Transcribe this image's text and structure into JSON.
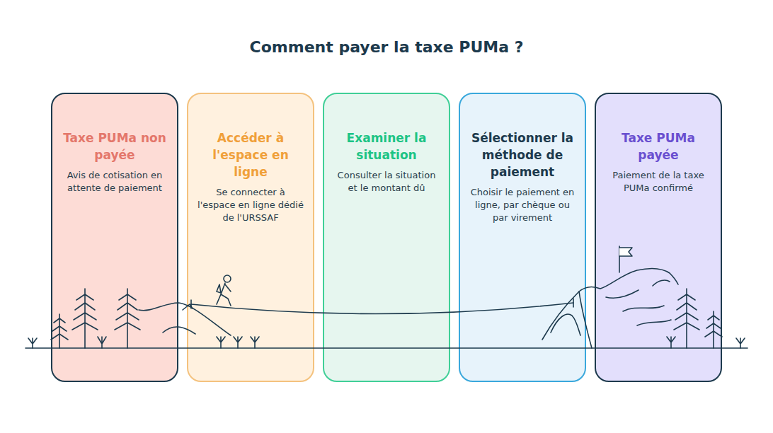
{
  "diagram": {
    "title": "Comment payer la taxe PUMa ?",
    "nodes": [
      {
        "text": [
          "Taxe PUMa non payée",
          "Avis de cotisation en attente de paiement"
        ]
      },
      {
        "text": [
          "Accéder à l'espace en ligne",
          "Se connecter à l'espace en ligne dédié de l'URSSAF"
        ]
      },
      {
        "text": [
          "Examiner la situation",
          "Consulter la situation et le montant dû"
        ]
      },
      {
        "text": [
          "Sélectionner la méthode de paiement",
          "Choisir le paiement en ligne, par chèque ou par virement"
        ]
      },
      {
        "text": [
          "Taxe PUMa payée",
          "Paiement de la taxe PUMa confirmé"
        ]
      }
    ]
  }
}
